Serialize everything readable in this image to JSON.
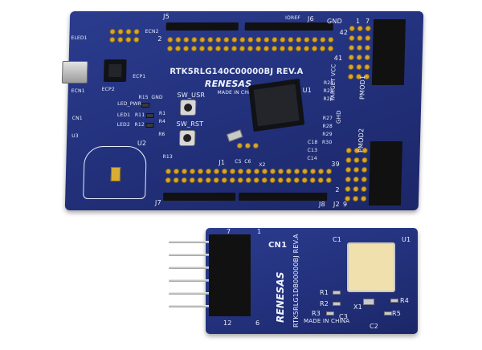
{
  "main_board": {
    "part_number": "RTK5RLG140C00000BJ REV.A",
    "logo": "RENESAS",
    "made_in": "MADE IN CHINA",
    "labels": {
      "j5": "J5",
      "j6": "J6",
      "j1": "J1",
      "j2": "J2",
      "j7": "J7",
      "j8": "J8",
      "num_1": "1",
      "num_2": "2",
      "num_7": "7",
      "num_9": "9",
      "num_39": "39",
      "num_41": "41",
      "num_42": "42",
      "gnd_top": "GND",
      "ioref": "IOREF",
      "u1": "U1",
      "u2": "U2",
      "u3": "U3",
      "sw_usr": "SW_USR",
      "sw_rst": "SW_RST",
      "led_pwr": "LED_PWR",
      "gnd_mid": "GND",
      "r15": "R15",
      "r1": "R1",
      "r4": "R4",
      "r6": "R6",
      "r11": "R11",
      "r12": "R12",
      "r13": "R13",
      "led1": "LED1",
      "led2": "LED2",
      "cn1": "CN1",
      "eled1": "ELED1",
      "ecn1": "ECN1",
      "ecp1": "ECP1",
      "ecp2": "ECP2",
      "ecn2": "ECN2",
      "pmod1": "PMOD1",
      "pmod2": "PMOD2",
      "target_vcc": "TARGET VCC",
      "ghd": "GHD",
      "x2": "X2",
      "c5": "C5",
      "c6": "C6",
      "c18": "C18",
      "c13": "C13",
      "c14": "C14",
      "r24": "R24",
      "r25": "R25",
      "r26": "R26",
      "r27": "R27",
      "r28": "R28",
      "r29": "R29",
      "r30": "R30"
    }
  },
  "pmod_board": {
    "part_number": "RTK5RLG1DB00000BJ REV.A",
    "logo": "RENESAS",
    "made_in": "MADE IN CHINA",
    "labels": {
      "cn1": "CN1",
      "u1": "U1",
      "c1": "C1",
      "c2": "C2",
      "c3": "C3",
      "r1": "R1",
      "r2": "R2",
      "r3": "R3",
      "r4": "R4",
      "r5": "R5",
      "x1": "X1",
      "num_7": "7",
      "num_1": "1",
      "num_12": "12",
      "num_6": "6"
    }
  },
  "colors": {
    "pcb": "#22307a",
    "silkscreen": "#e9eefc",
    "pin_gold": "#d8a72a",
    "header": "#111111"
  }
}
